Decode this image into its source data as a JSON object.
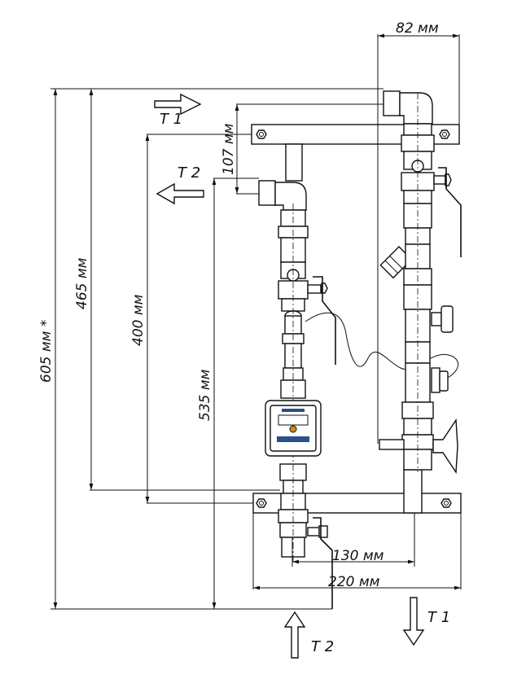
{
  "diagram": {
    "title": "Pump mixing unit installation dimensions",
    "dimensions": {
      "total_height": "605 мм *",
      "height_t1_to_bottom_bar": "465 мм",
      "bar_to_bar": "400 мм",
      "t2_to_bottom": "535 мм",
      "t1_t2_offset": "107 мм",
      "top_width": "82 мм",
      "inner_width": "130 мм",
      "bar_width": "220 мм"
    },
    "flows": {
      "t1_in": "T 1",
      "t2_out": "T 2",
      "t1_out": "T 1",
      "t2_in": "T 2"
    },
    "components": [
      "mounting-bar-top",
      "mounting-bar-bottom",
      "supply-pipe",
      "return-pipe",
      "circulation-pump-controller",
      "ball-valve",
      "strainer",
      "thermostatic-valve",
      "check-valve",
      "butterfly-valve"
    ]
  }
}
